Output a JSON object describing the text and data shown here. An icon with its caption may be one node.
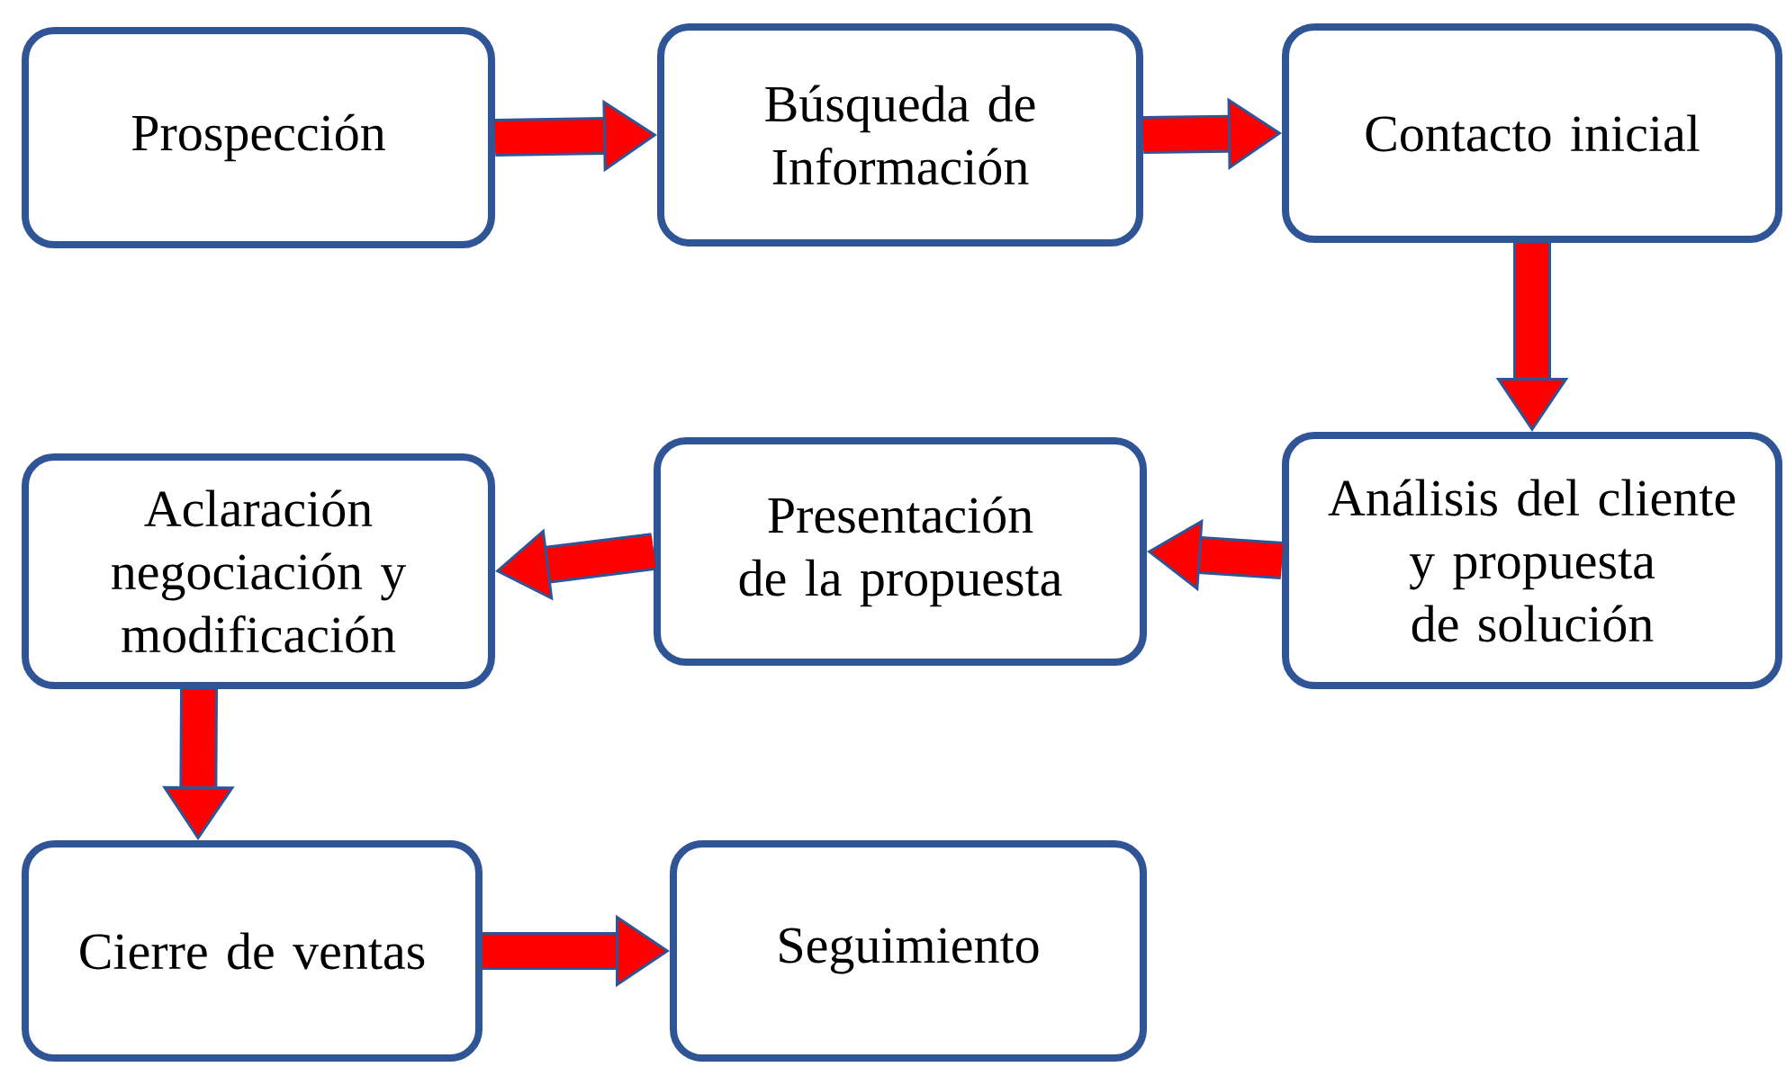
{
  "diagram": {
    "nodes": [
      {
        "text": [
          "Prospección"
        ]
      },
      {
        "text": [
          "Búsqueda de Información"
        ]
      },
      {
        "text": [
          "Contacto inicial"
        ]
      },
      {
        "text": [
          "Análisis del cliente y propuesta de solución"
        ]
      },
      {
        "text": [
          "Presentación de la propuesta"
        ]
      },
      {
        "text": [
          "Aclaración negociación y modificación"
        ]
      },
      {
        "text": [
          "Cierre de ventas"
        ]
      },
      {
        "text": [
          "Seguimiento"
        ]
      }
    ],
    "edges": [
      {
        "from": 0,
        "to": 1,
        "arrow": "to"
      },
      {
        "from": 1,
        "to": 2,
        "arrow": "to"
      },
      {
        "from": 2,
        "to": 3,
        "arrow": "to"
      },
      {
        "from": 3,
        "to": 4,
        "arrow": "to"
      },
      {
        "from": 4,
        "to": 5,
        "arrow": "to"
      },
      {
        "from": 5,
        "to": 6,
        "arrow": "to"
      },
      {
        "from": 6,
        "to": 7,
        "arrow": "to"
      }
    ]
  }
}
